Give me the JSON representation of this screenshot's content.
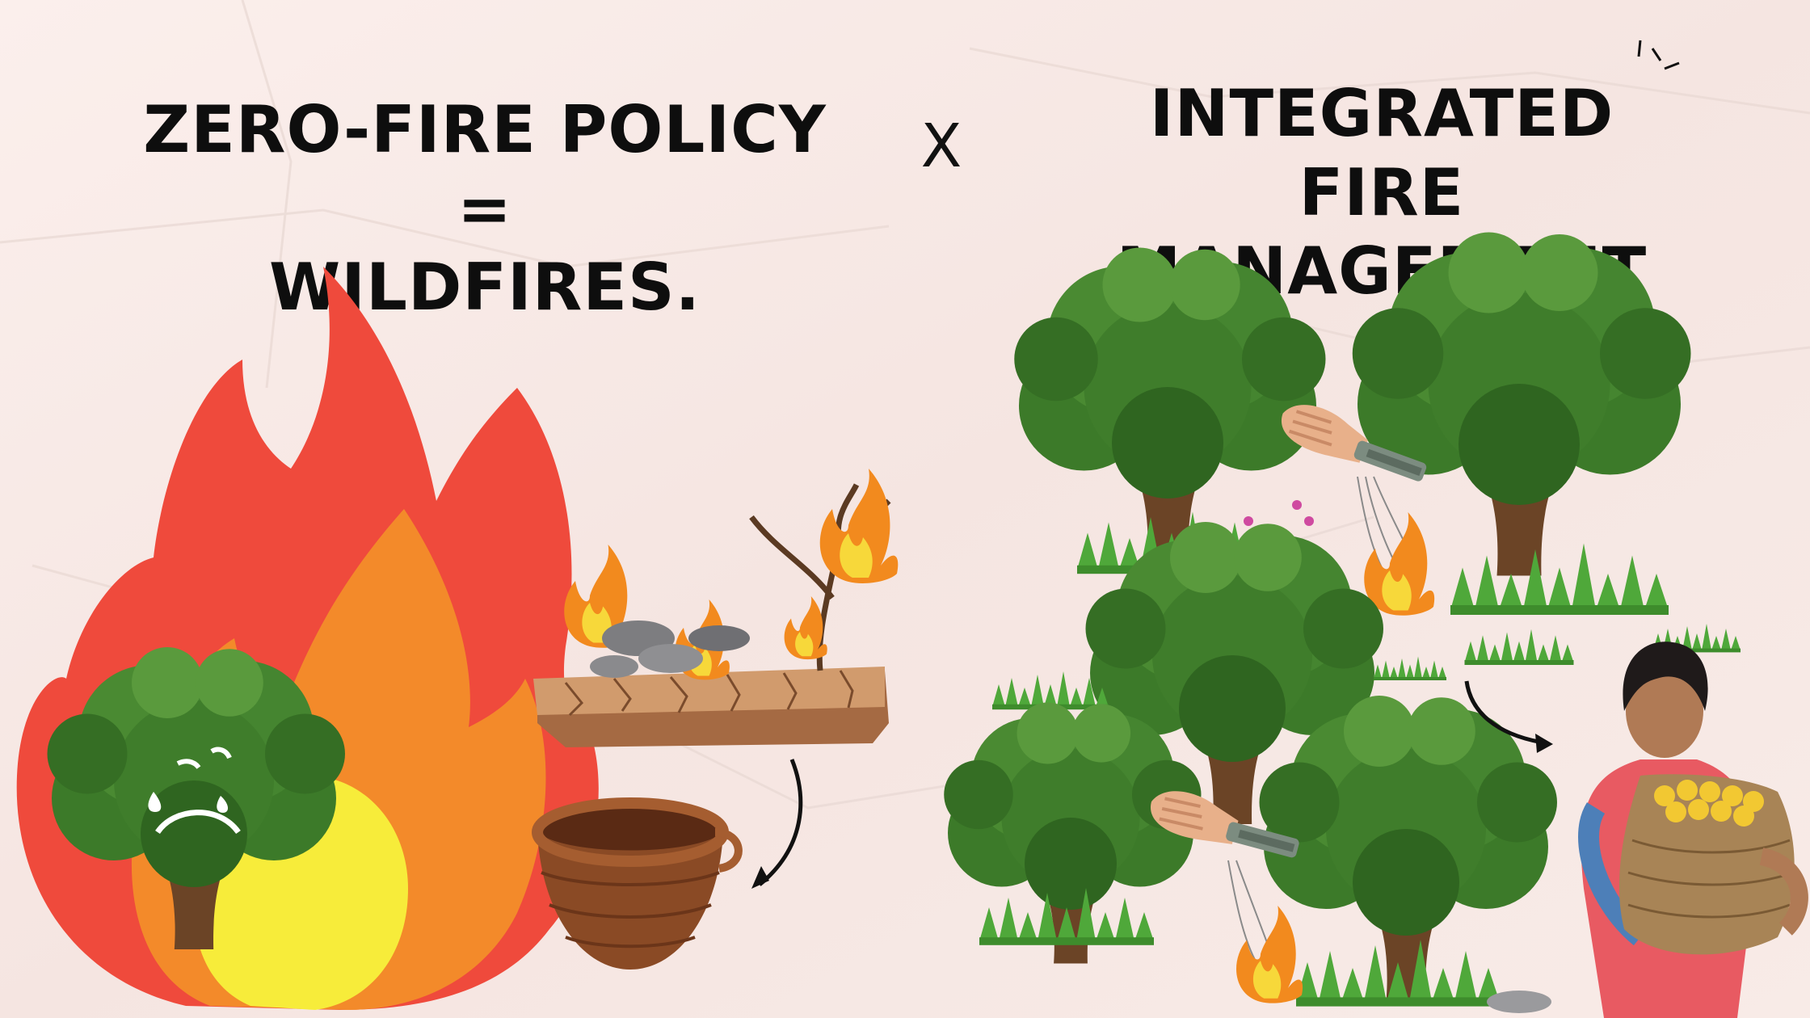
{
  "left_panel": {
    "title_lines": [
      "ZERO-FIRE POLICY =",
      "WILDFIRES."
    ],
    "illustrations": [
      "large-flame-icon",
      "sad-tree-icon",
      "burning-dry-land-icon",
      "empty-basket-icon",
      "curved-arrow-icon"
    ]
  },
  "separator": {
    "label": "X"
  },
  "right_panel": {
    "title_lines": [
      "INTEGRATED FIRE",
      "MANAGEMENT"
    ],
    "illustrations": [
      "healthy-tree-icon",
      "drip-torch-hand-icon",
      "controlled-burn-flame-icon",
      "grass-patch-icon",
      "curved-arrow-icon",
      "woman-with-fruit-basket"
    ]
  },
  "colors": {
    "background": "#f7e9e5",
    "flame_outer": "#ef4a3c",
    "flame_middle": "#f38a2a",
    "flame_inner": "#f7ec3a",
    "tree_foliage": "#3f7d2b",
    "tree_trunk": "#6b4426",
    "soil": "#c98e60",
    "basket": "#8a4a25"
  }
}
